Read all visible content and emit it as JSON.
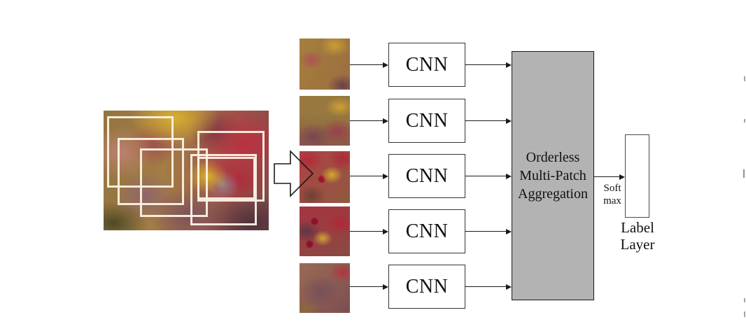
{
  "figure": {
    "type": "architecture-diagram",
    "title_implicit": "Orderless multi-patch aggregation CNN pipeline",
    "line_color": "#1a1a1a",
    "input_image": {
      "content": "autumn-foliage-photo",
      "patch_outline_color": "#faf0e2",
      "num_sampled_patch_outlines": 6
    },
    "big_arrow": {
      "direction": "right"
    },
    "patches": [
      {
        "content": "foliage-crop-1"
      },
      {
        "content": "foliage-crop-2"
      },
      {
        "content": "foliage-crop-3"
      },
      {
        "content": "foliage-crop-4"
      },
      {
        "content": "foliage-crop-5"
      }
    ],
    "cnn_boxes": [
      {
        "label": "CNN"
      },
      {
        "label": "CNN"
      },
      {
        "label": "CNN"
      },
      {
        "label": "CNN"
      },
      {
        "label": "CNN"
      }
    ],
    "aggregation_box": {
      "lines": [
        "Orderless",
        "Multi-Patch",
        "Aggregation"
      ],
      "fill_color": "#b3b3b3"
    },
    "softmax": {
      "lines": [
        "Soft",
        "max"
      ]
    },
    "label_layer": {
      "lines": [
        "Label",
        "Layer"
      ]
    }
  }
}
